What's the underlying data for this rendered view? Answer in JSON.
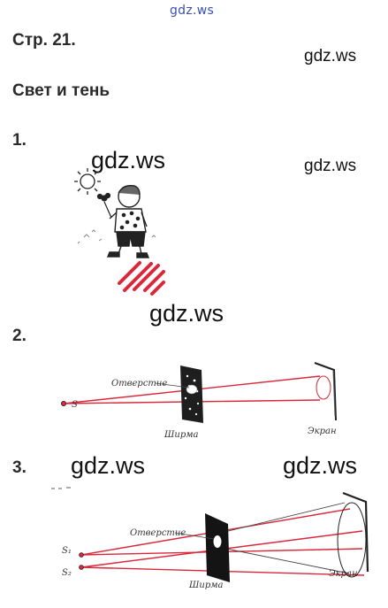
{
  "page": {
    "watermark_top": "gdz.ws",
    "page_ref": "Стр. 21.",
    "section_title": "Свет и тень",
    "watermark": "gdz.ws"
  },
  "tasks": [
    {
      "number": "1."
    },
    {
      "number": "2.",
      "figure": {
        "hole_label": "Отверстие",
        "screen_label": "Ширма",
        "projection_label": "Экран",
        "source_label": "S"
      }
    },
    {
      "number": "3.",
      "figure": {
        "hole_label": "Отверстие",
        "screen_label": "Ширма",
        "projection_label": "Экран",
        "source1_label": "S₁",
        "source2_label": "S₂"
      }
    }
  ],
  "colors": {
    "ray": "#d9283a",
    "ink": "#222222",
    "watermark_top": "#3a4fb0"
  }
}
